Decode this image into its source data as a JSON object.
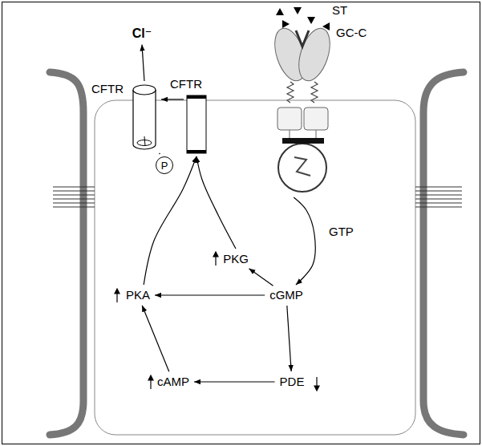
{
  "diagram": {
    "nodes": [
      {
        "text": [
          "Cl⁻"
        ]
      },
      {
        "text": [
          "CFTR"
        ]
      },
      {
        "text": [
          "CFTR"
        ]
      },
      {
        "text": [
          "GC-C"
        ]
      },
      {
        "text": [
          "PKG"
        ]
      },
      {
        "text": [
          "PKA"
        ]
      },
      {
        "text": [
          "cGMP"
        ]
      },
      {
        "text": [
          "cAMP"
        ]
      },
      {
        "text": [
          "PDE"
        ]
      },
      {
        "text": [
          "P"
        ]
      }
    ],
    "edges": [
      {
        "from": 1,
        "to": 0,
        "arrow": "to"
      },
      {
        "from": 2,
        "to": 1,
        "arrow": "to"
      },
      {
        "from": 3,
        "to": 6,
        "arrow": "to"
      },
      {
        "from": 6,
        "to": 4,
        "arrow": "to"
      },
      {
        "from": 6,
        "to": 5,
        "arrow": "to"
      },
      {
        "from": 6,
        "to": 8,
        "arrow": "to"
      },
      {
        "from": 8,
        "to": 7,
        "arrow": "to"
      },
      {
        "from": 7,
        "to": 5,
        "arrow": "to"
      },
      {
        "from": 5,
        "to": 2,
        "arrow": "to"
      },
      {
        "from": 4,
        "to": 2,
        "arrow": "to"
      },
      {
        "from": 9,
        "to": 1,
        "arrow": "none"
      }
    ],
    "labels": [
      "ST",
      "GTP"
    ]
  }
}
